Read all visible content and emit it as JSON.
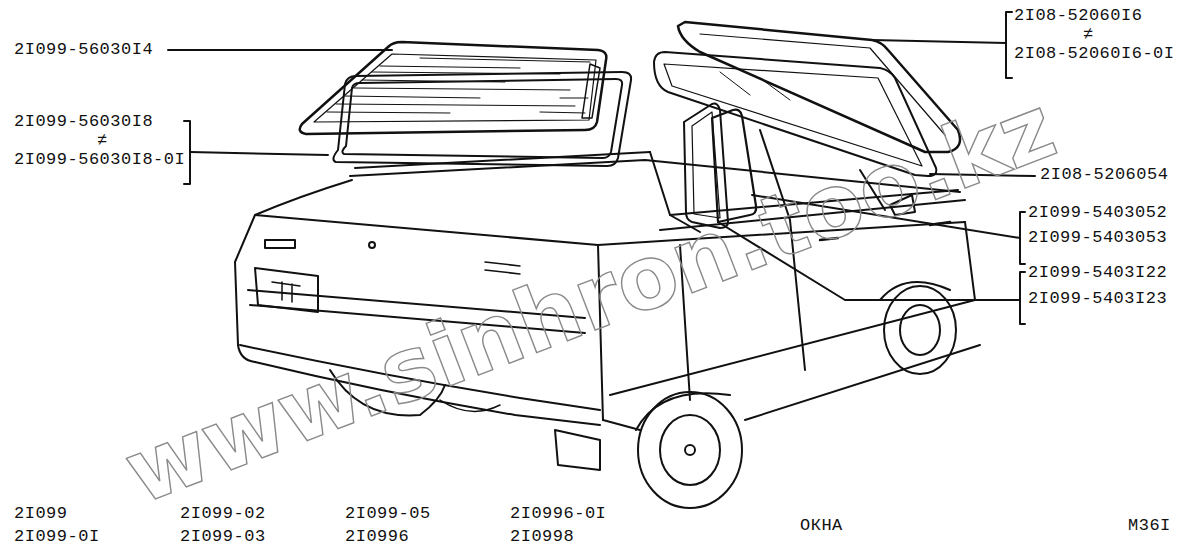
{
  "diagram": {
    "labels": [
      "2I099-56030I4",
      "2I099-56030I8",
      "≠",
      "2I099-56030I8-0I",
      "2I08-52060I6",
      "≠",
      "2I08-52060I6-0I",
      "2I08-5206054",
      "2I099-5403052",
      "2I099-5403053",
      "2I099-5403I22",
      "2I099-5403I23",
      "2I099",
      "2I099-0I",
      "2I099-02",
      "2I099-03",
      "2I099-05",
      "2I0996",
      "2I0996-0I",
      "2I0998",
      "ОКНА",
      "M36I",
      "www.sinhron.too.kz"
    ]
  }
}
